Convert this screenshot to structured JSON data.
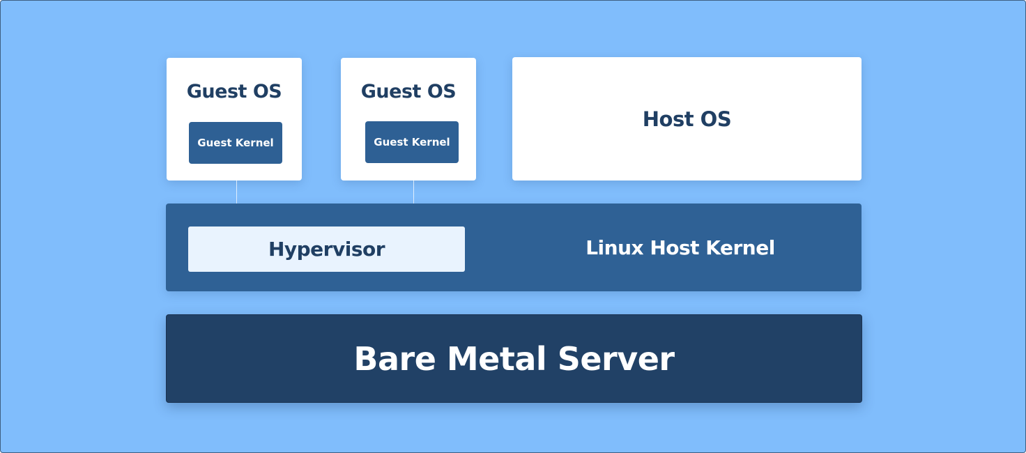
{
  "diagram": {
    "guests": [
      {
        "title": "Guest OS",
        "kernel_label": "Guest Kernel"
      },
      {
        "title": "Guest OS",
        "kernel_label": "Guest Kernel"
      }
    ],
    "host_os": "Host OS",
    "hypervisor": "Hypervisor",
    "linux_host_kernel": "Linux Host Kernel",
    "bare_metal_server": "Bare Metal Server"
  },
  "colors": {
    "background": "#80bdfc",
    "card": "#ffffff",
    "card_text": "#203f63",
    "guest_kernel": "#2e6094",
    "kernel_layer": "#2f6195",
    "hypervisor": "#e9f3fe",
    "bare_metal": "#214166"
  }
}
